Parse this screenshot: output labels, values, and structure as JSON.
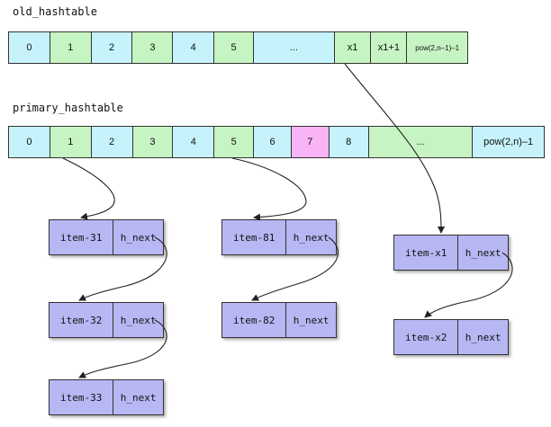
{
  "old_hashtable": {
    "title": "old_hashtable",
    "cells": [
      "0",
      "1",
      "2",
      "3",
      "4",
      "5",
      "...",
      "x1",
      "x1+1",
      "pow(2,n–1)–1"
    ]
  },
  "primary_hashtable": {
    "title": "primary_hashtable",
    "cells": [
      "0",
      "1",
      "2",
      "3",
      "4",
      "5",
      "6",
      "7",
      "8",
      "...",
      "pow(2,n)–1"
    ]
  },
  "chains": {
    "bucket_1": [
      {
        "name": "item-31",
        "next": "h_next"
      },
      {
        "name": "item-32",
        "next": "h_next"
      },
      {
        "name": "item-33",
        "next": "h_next"
      }
    ],
    "bucket_5": [
      {
        "name": "item-81",
        "next": "h_next"
      },
      {
        "name": "item-82",
        "next": "h_next"
      }
    ],
    "bucket_x1": [
      {
        "name": "item-x1",
        "next": "h_next"
      },
      {
        "name": "item-x2",
        "next": "h_next"
      }
    ]
  },
  "colors": {
    "cyan": "#c6f3fb",
    "green": "#c7f4c3",
    "pink": "#f8b4f4",
    "node": "#b7b7f4"
  }
}
